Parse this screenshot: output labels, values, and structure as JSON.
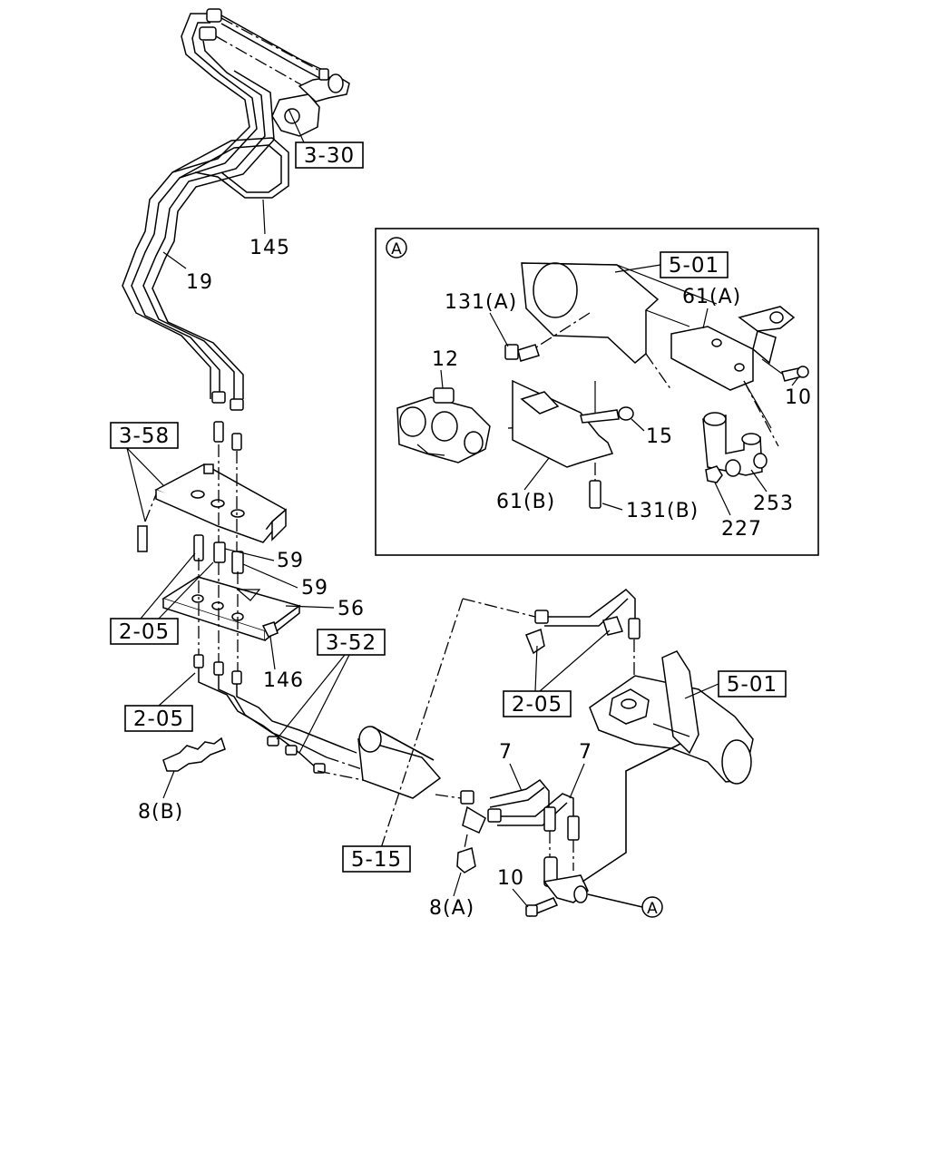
{
  "callouts": {
    "ref_3_30": "3-30",
    "ref_3_58": "3-58",
    "ref_2_05_a": "2-05",
    "ref_2_05_b": "2-05",
    "ref_2_05_c": "2-05",
    "ref_3_52": "3-52",
    "ref_5_15": "5-15",
    "ref_5_01_detail": "5-01",
    "ref_5_01_main": "5-01"
  },
  "parts": {
    "p145": "145",
    "p19": "19",
    "p59_a": "59",
    "p59_b": "59",
    "p56": "56",
    "p146": "146",
    "p8b": "8(B)",
    "p8a": "8(A)",
    "p7_a": "7",
    "p7_b": "7",
    "p10_main": "10",
    "p131a": "131(A)",
    "p12": "12",
    "p61a": "61(A)",
    "p10_detail": "10",
    "p15": "15",
    "p61b": "61(B)",
    "p131b": "131(B)",
    "p253": "253",
    "p227": "227"
  },
  "detail_markers": {
    "detail_view": "A",
    "main_view": "A"
  }
}
